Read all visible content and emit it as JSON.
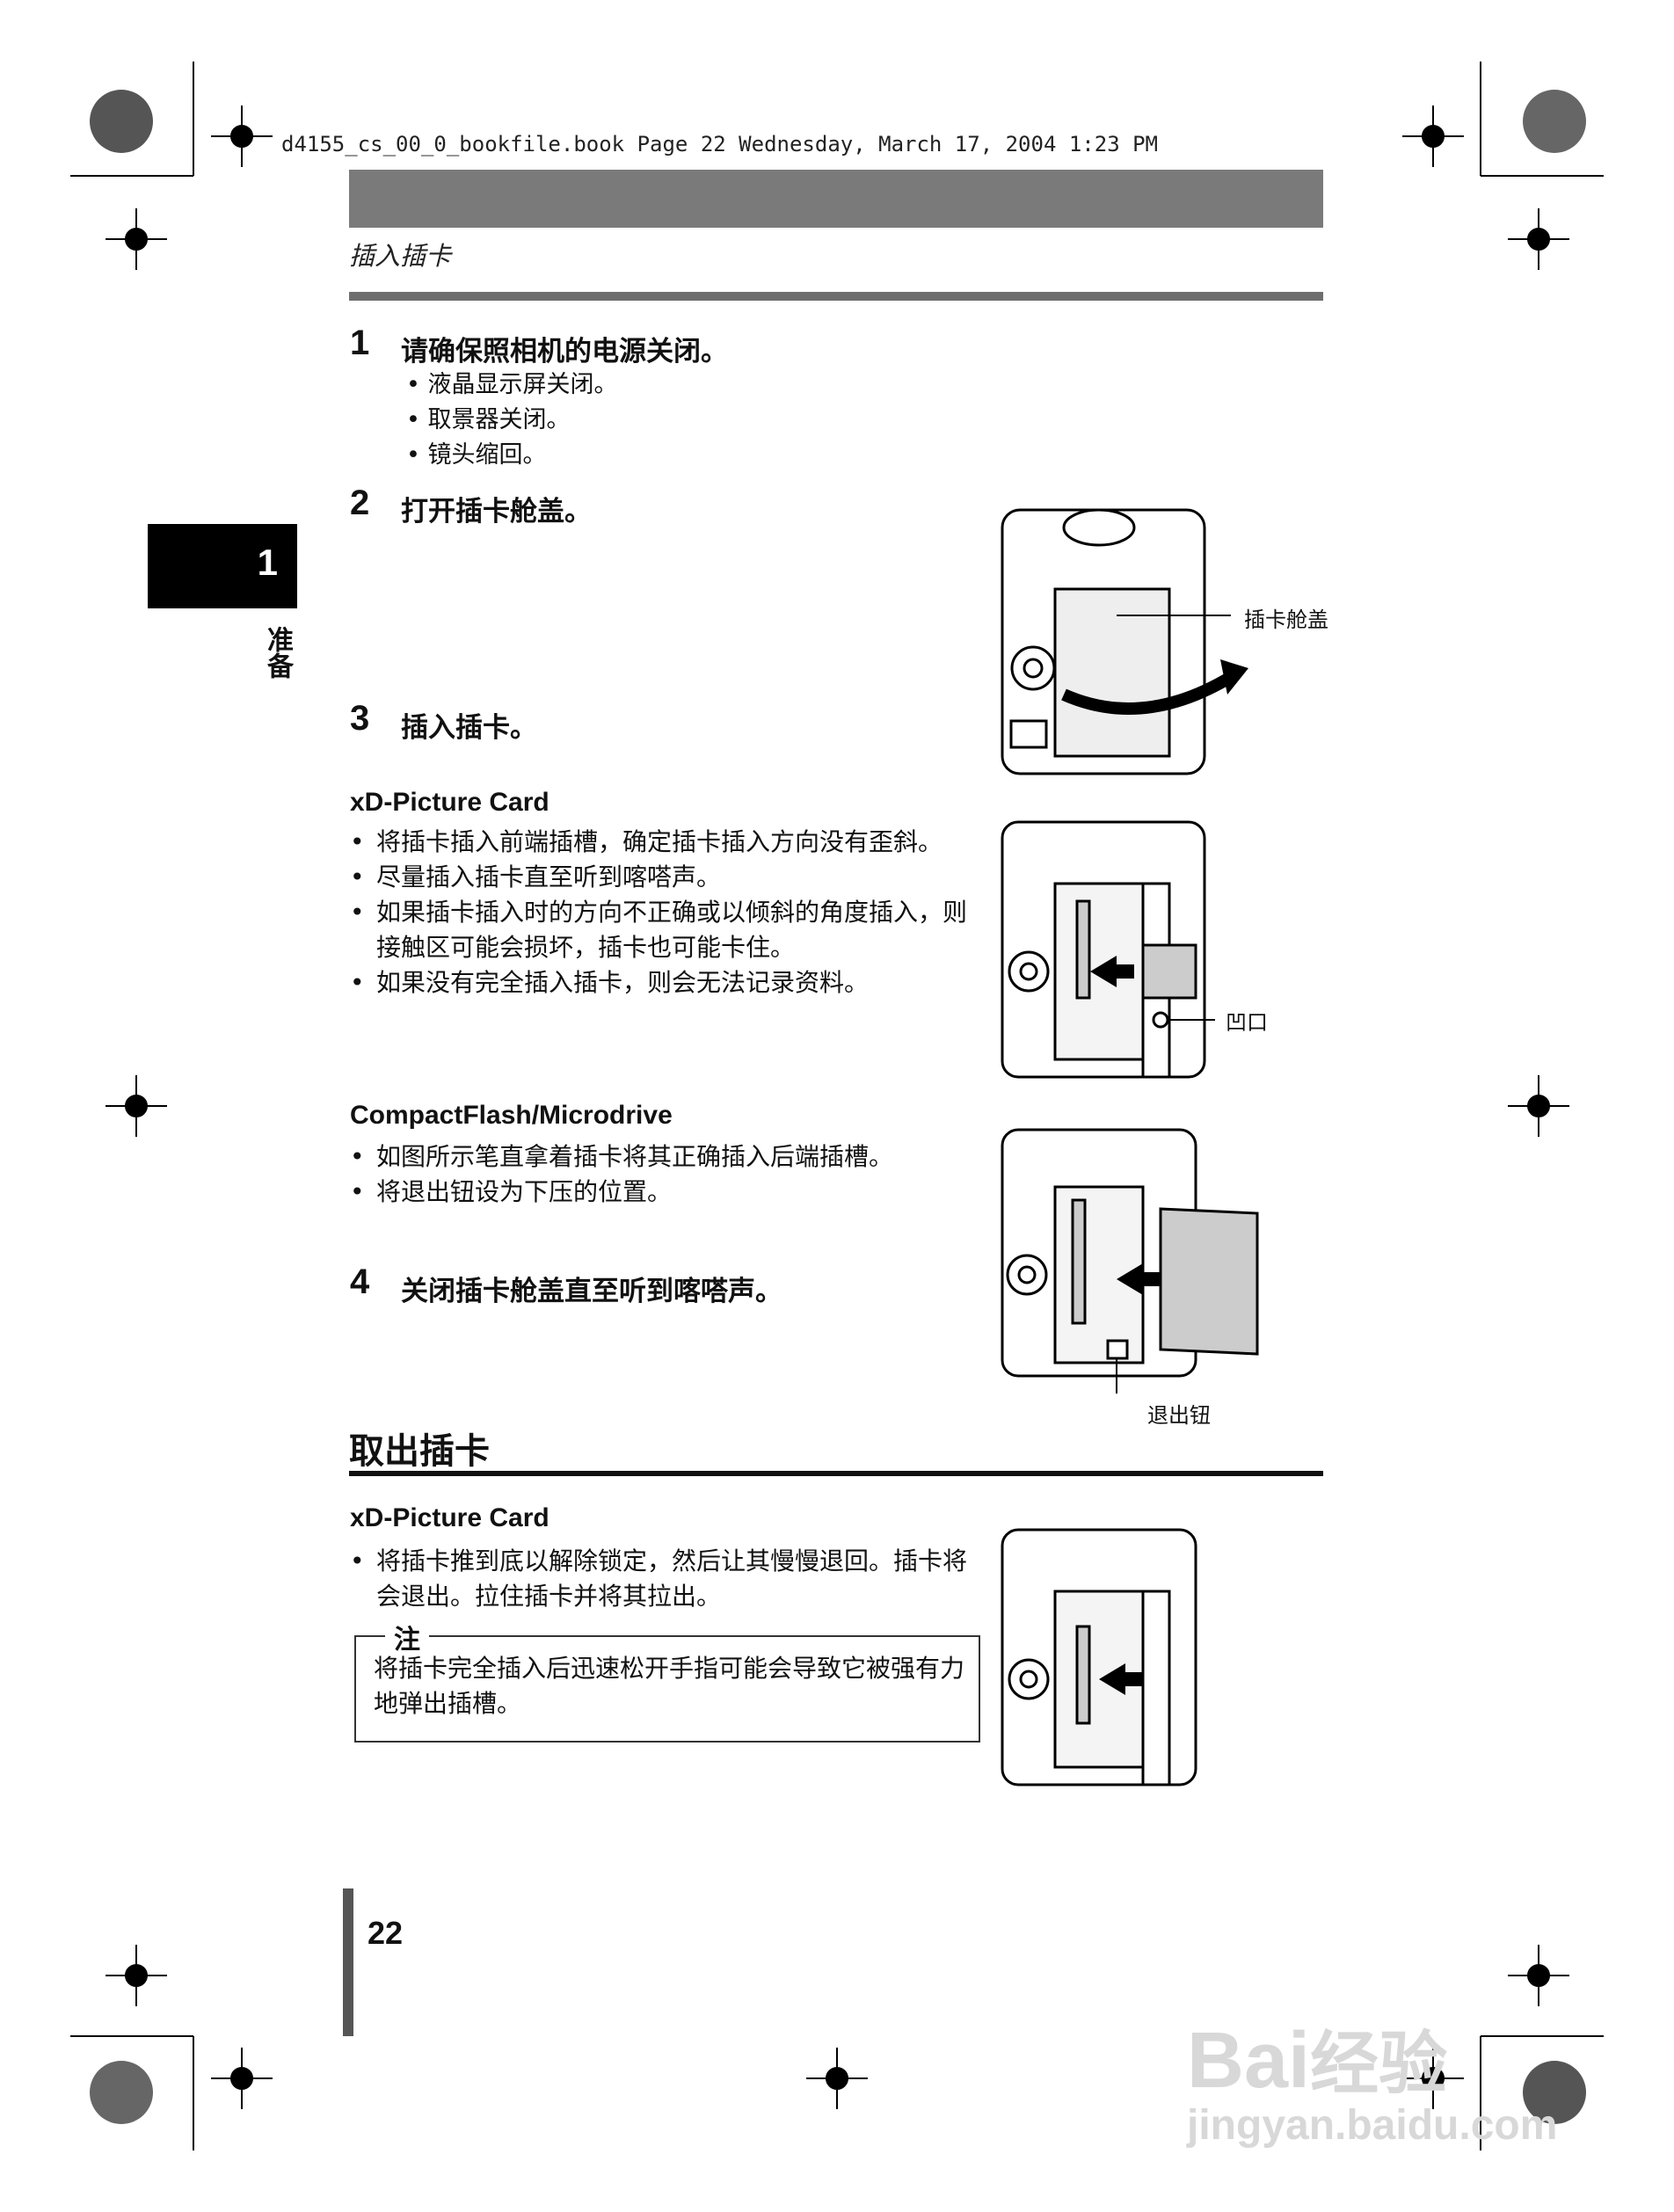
{
  "header": {
    "file_line": "d4155_cs_00_0_bookfile.book  Page 22  Wednesday, March 17, 2004  1:23 PM"
  },
  "section_title": "插入插卡",
  "chapter": {
    "number": "1",
    "label": "准备"
  },
  "steps": [
    {
      "num": "1",
      "text": "请确保照相机的电源关闭。",
      "subs": [
        "液晶显示屏关闭。",
        "取景器关闭。",
        "镜头缩回。"
      ]
    },
    {
      "num": "2",
      "text": "打开插卡舱盖。"
    },
    {
      "num": "3",
      "text": "插入插卡。"
    },
    {
      "num": "4",
      "text": "关闭插卡舱盖直至听到喀嗒声。"
    }
  ],
  "xd_insert": {
    "heading": "xD-Picture Card",
    "bullets": [
      "将插卡插入前端插槽，确定插卡插入方向没有歪斜。",
      "尽量插入插卡直至听到喀嗒声。",
      "如果插卡插入时的方向不正确或以倾斜的角度插入，则接触区可能会损坏，插卡也可能卡住。",
      "如果没有完全插入插卡，则会无法记录资料。"
    ]
  },
  "cf_insert": {
    "heading": "CompactFlash/Microdrive",
    "bullets": [
      "如图所示笔直拿着插卡将其正确插入后端插槽。",
      "将退出钮设为下压的位置。"
    ]
  },
  "remove": {
    "title": "取出插卡",
    "heading": "xD-Picture Card",
    "bullets": [
      "将插卡推到底以解除锁定，然后让其慢慢退回。插卡将会退出。拉住插卡并将其拉出。"
    ],
    "note_label": "注",
    "note_text": "将插卡完全插入后迅速松开手指可能会导致它被强有力地弹出插槽。"
  },
  "callouts": {
    "cover": "插卡舱盖",
    "notch": "凹口",
    "eject": "退出钮"
  },
  "page_number": "22",
  "watermark": {
    "brand": "Bai",
    "brand2": "经验",
    "url": "jingyan.baidu.com"
  }
}
